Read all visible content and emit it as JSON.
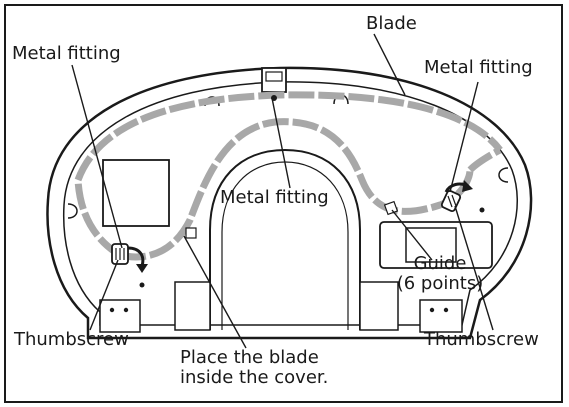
{
  "labels": {
    "blade": "Blade",
    "metal_fitting_left": "Metal fitting",
    "metal_fitting_right": "Metal fitting",
    "metal_fitting_center": "Metal fitting",
    "guide_line1": "Guide",
    "guide_line2": "(6 points)",
    "thumbscrew_left": "Thumbscrew",
    "thumbscrew_right": "Thumbscrew",
    "place_line1": "Place the blade",
    "place_line2": "inside the cover."
  },
  "colors": {
    "line": "#1a1a1a",
    "blade_fill": "#a8a8a8",
    "panel_fill": "#ffffff"
  },
  "icons": {
    "rotate_arrow": "curved-arrow-icon",
    "screw": "thumbscrew-icon"
  }
}
